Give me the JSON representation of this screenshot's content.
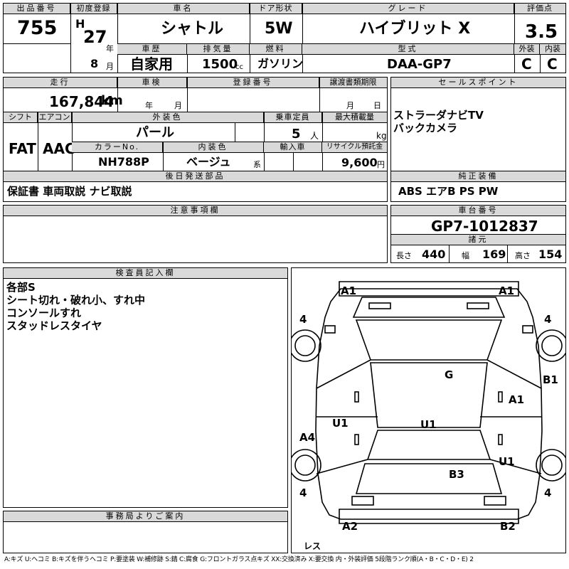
{
  "headers": {
    "lot_no": "出品番号",
    "first_reg": "初度登録",
    "car_name": "車名",
    "door": "ドア形状",
    "grade": "グレード",
    "score": "評価点",
    "history": "車歴",
    "displacement": "排気量",
    "fuel": "燃料",
    "model": "型式",
    "exterior": "外装",
    "interior": "内装",
    "mileage": "走行",
    "inspection": "車検",
    "reg_no": "登録番号",
    "transfer_deadline": "譲渡書類期限",
    "sales_point": "セールスポイント",
    "shift": "シフト",
    "aircon": "エアコン",
    "ext_color": "外装色",
    "capacity": "乗車定員",
    "max_load": "最大積載量",
    "color_no": "カラーNo.",
    "int_color": "内装色",
    "import": "輸入車",
    "recycle": "リサイクル預託金",
    "later_parts": "後日発送部品",
    "genuine_equip": "純正装備",
    "notes": "注意事項欄",
    "chassis_no": "車台番号",
    "specs": "諸元",
    "inspector": "検査員記入欄",
    "office": "事務局よりご案内"
  },
  "values": {
    "lot_no": "755",
    "era": "H",
    "year": "27",
    "month": "8",
    "year_unit": "年",
    "month_unit": "月",
    "car_name": "シャトル",
    "door": "5W",
    "grade": "ハイブリット X",
    "score": "3.5",
    "history": "自家用",
    "displacement": "1500",
    "displacement_unit": "cc",
    "fuel": "ガソリン",
    "model": "DAA-GP7",
    "exterior_grade": "C",
    "interior_grade": "C",
    "mileage": "167,844",
    "mileage_unit": "km",
    "insp_year_unit": "年",
    "insp_month_unit": "月",
    "deadline_month_unit": "月",
    "deadline_day_unit": "日",
    "shift": "FAT",
    "aircon": "AAC",
    "ext_color": "パール",
    "capacity": "5",
    "capacity_unit": "人",
    "max_load_unit": "kg",
    "color_no": "NH788P",
    "int_color": "ベージュ",
    "int_color_suffix": "系",
    "recycle": "9,600",
    "recycle_unit": "円",
    "later_parts": "保証書 車両取説 ナビ取説",
    "genuine_equip": "ABS エアB PS PW",
    "sales_points": [
      "ストラーダナビTV",
      "バックカメラ"
    ],
    "chassis_no": "GP7-1012837",
    "length_label": "長さ",
    "length": "440",
    "width_label": "幅",
    "width": "169",
    "height_label": "高さ",
    "height": "154",
    "inspector_notes": [
      "各部S",
      "シート切れ・破れ小、すれ中",
      "コンソールすれ",
      "スタッドレスタイヤ"
    ]
  },
  "diagram": {
    "marks": [
      "A1",
      "A1",
      "4",
      "4",
      "B1",
      "G",
      "A1",
      "U1",
      "U1",
      "A4",
      "U1",
      "B3",
      "4",
      "4",
      "A2",
      "B2",
      "レス"
    ]
  },
  "legend": "A:キズ U:ヘコミ B:キズを伴うヘコミ P:要塗装 W:補修跡 S:錆 C:腐食 G:フロントガラス点キズ XX:交換済み X:要交換 内・外装評価 5段階ランク順(A・B・C・D・E) 2"
}
